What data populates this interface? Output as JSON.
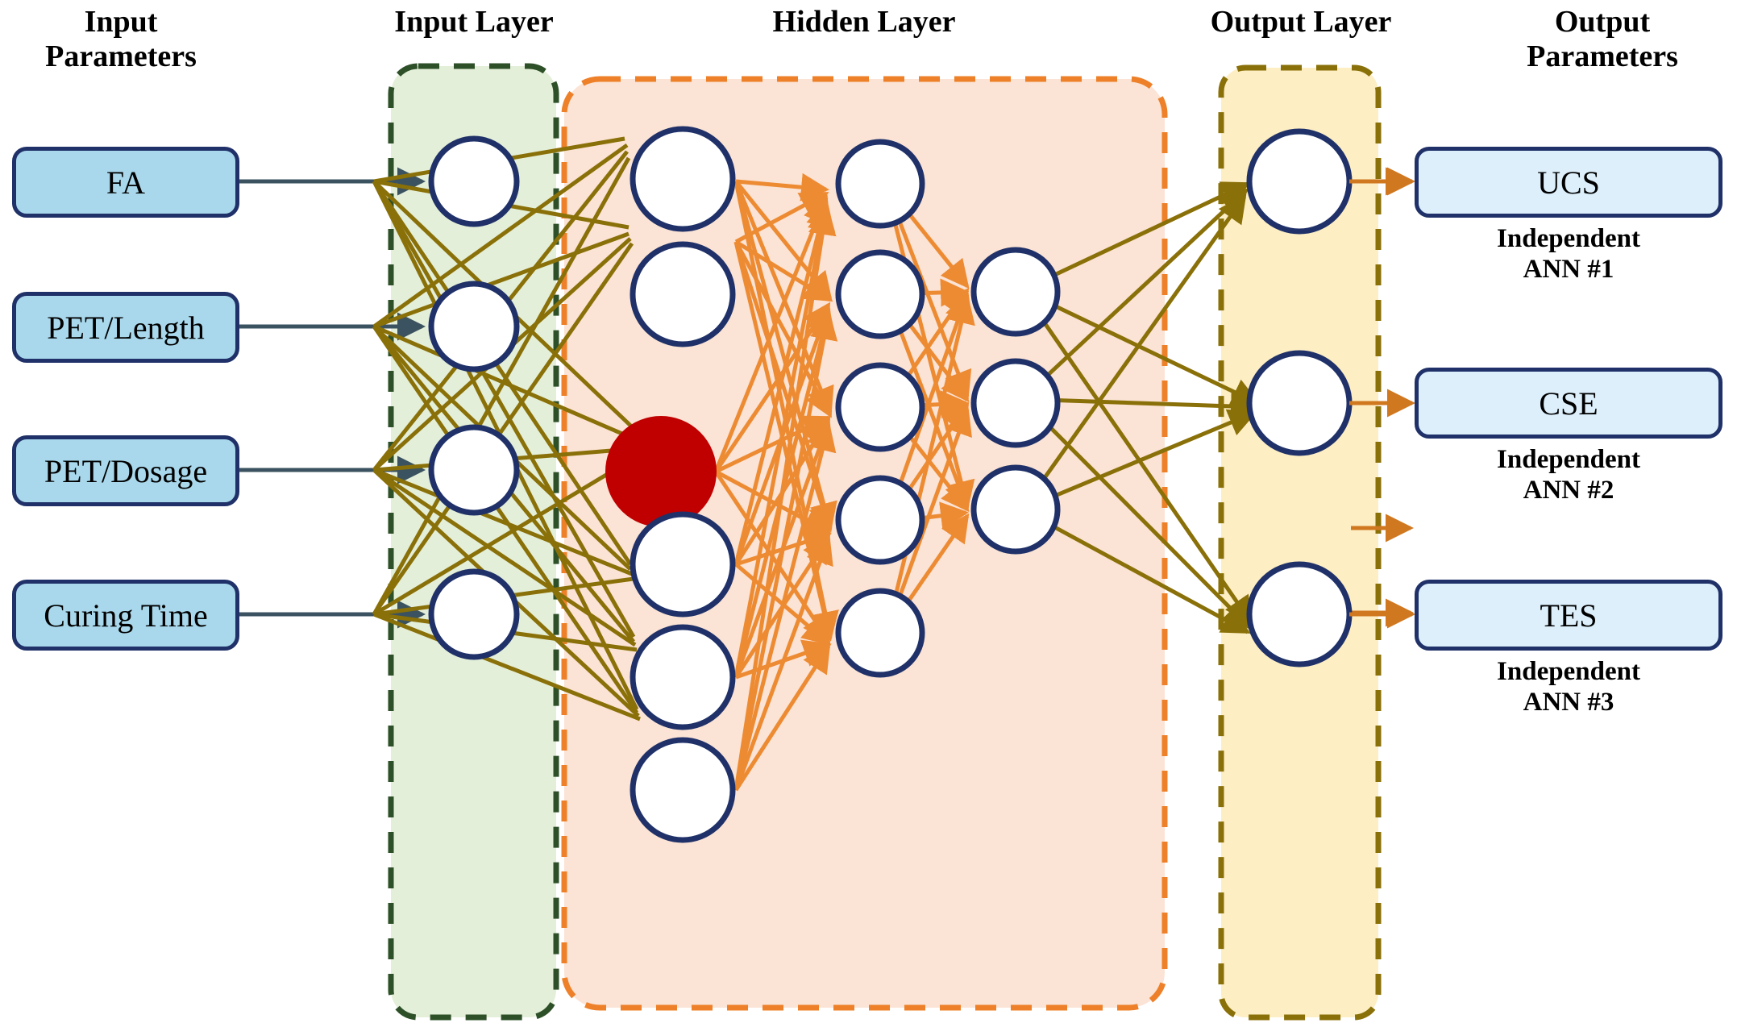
{
  "headers": {
    "input_parameters": "Input\nParameters",
    "input_layer": "Input Layer",
    "hidden_layer": "Hidden Layer",
    "output_layer": "Output Layer",
    "output_parameters": "Output\nParameters"
  },
  "input_parameters": [
    {
      "label": "FA"
    },
    {
      "label": "PET/Length"
    },
    {
      "label": "PET/Dosage"
    },
    {
      "label": "Curing Time"
    }
  ],
  "output_parameters": [
    {
      "label": "UCS",
      "note": "Independent\nANN #1"
    },
    {
      "label": "CSE",
      "note": "Independent\nANN #2"
    },
    {
      "label": "TES",
      "note": "Independent\nANN #3"
    }
  ],
  "layers": {
    "input": {
      "node_count": 4,
      "node_fill": "#FFFFFF",
      "node_stroke": "#1F3168"
    },
    "hidden": {
      "columns": [
        {
          "node_count": 6,
          "highlighted_index": 2
        },
        {
          "node_count": 5
        },
        {
          "node_count": 3
        }
      ],
      "highlight_fill": "#C00000"
    },
    "output": {
      "node_count": 3
    }
  },
  "colors": {
    "input_box_fill": "#A9D8EC",
    "output_box_fill": "#DCEFFB",
    "node_stroke": "#1F3168",
    "input_container_fill": "#E4EFD9",
    "input_container_stroke": "#2E5028",
    "hidden_container_fill": "#FBE3D5",
    "hidden_container_stroke": "#ED8028",
    "output_container_fill": "#FDEEC4",
    "output_container_stroke": "#8A7008",
    "hidden_edge": "#ED8B33",
    "input_edge": "#8A7008",
    "io_arrow": "#3B5360",
    "output_arrow": "#D07820",
    "highlight_node": "#C00000"
  }
}
